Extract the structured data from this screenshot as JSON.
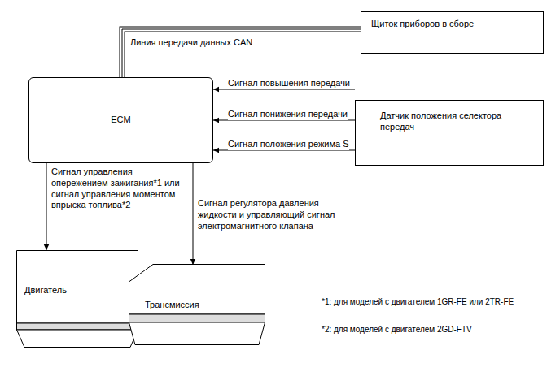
{
  "diagram": {
    "nodes": [
      {
        "text": [
          "Щиток приборов в сборе"
        ]
      },
      {
        "text": [
          "ECM"
        ]
      },
      {
        "text": [
          "Датчик положения селектора передач"
        ]
      },
      {
        "text": [
          "Двигатель"
        ]
      },
      {
        "text": [
          "Трансмиссия"
        ]
      }
    ],
    "edges": [
      {
        "from": 1,
        "to": 0,
        "arrow": "none",
        "label": "Линия передачи данных CAN"
      },
      {
        "from": 2,
        "to": 1,
        "arrow": "to",
        "label": "Сигнал повышения передачи"
      },
      {
        "from": 2,
        "to": 1,
        "arrow": "to",
        "label": "Сигнал понижения передачи"
      },
      {
        "from": 2,
        "to": 1,
        "arrow": "to",
        "label": "Сигнал положения режима S"
      },
      {
        "from": 1,
        "to": 3,
        "arrow": "to",
        "label": "Сигнал управления опережением зажигания*1 или сигнал управления моментом впрыска топлива*2"
      },
      {
        "from": 1,
        "to": 4,
        "arrow": "to",
        "label": "Сигнал регулятора давления жидкости и управляющий сигнал электромагнитного клапана"
      }
    ],
    "labels": [
      "*1: для моделей с двигателем 1GR-FE или 2TR-FE",
      "*2: для моделей с двигателем 2GD-FTV"
    ]
  }
}
